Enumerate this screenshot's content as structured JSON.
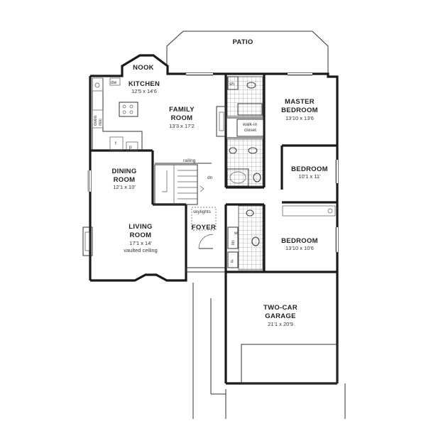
{
  "plan": {
    "rooms": {
      "patio": {
        "name": "PATIO",
        "dims": ""
      },
      "nook": {
        "name": "NOOK",
        "dims": ""
      },
      "kitchen": {
        "name": "KITCHEN",
        "dims": "12'5 x 14'6"
      },
      "family": {
        "name_1": "FAMILY",
        "name_2": "ROOM",
        "dims": "13'3 x 17'2"
      },
      "master": {
        "name_1": "MASTER",
        "name_2": "BEDROOM",
        "dims": "13'10 x 13'6"
      },
      "bedroom2": {
        "name": "BEDROOM",
        "dims": "10'1 x 11'"
      },
      "dining": {
        "name_1": "DINING",
        "name_2": "ROOM",
        "dims": "12'1 x 10'"
      },
      "living": {
        "name_1": "LIVING",
        "name_2": "ROOM",
        "dims": "17'1 x 14'",
        "note": "vaulted ceiling"
      },
      "foyer": {
        "name": "FOYER"
      },
      "bedroom3": {
        "name": "BEDROOM",
        "dims": "13'10 x 10'6"
      },
      "garage": {
        "name_1": "TWO-CAR",
        "name_2": "GARAGE",
        "dims": "21'1 x 20'9"
      }
    },
    "labels": {
      "walkin_1": "walk-in",
      "walkin_2": "closet",
      "railing": "railing",
      "dn": "dn",
      "skylights": "skylights",
      "sh": "sh",
      "dw": "dw",
      "oven": "oven",
      "mic": "mic",
      "f": "f",
      "p": "p",
      "w": "w",
      "d": "d",
      "lin": "lin",
      "tub": "tub"
    }
  }
}
